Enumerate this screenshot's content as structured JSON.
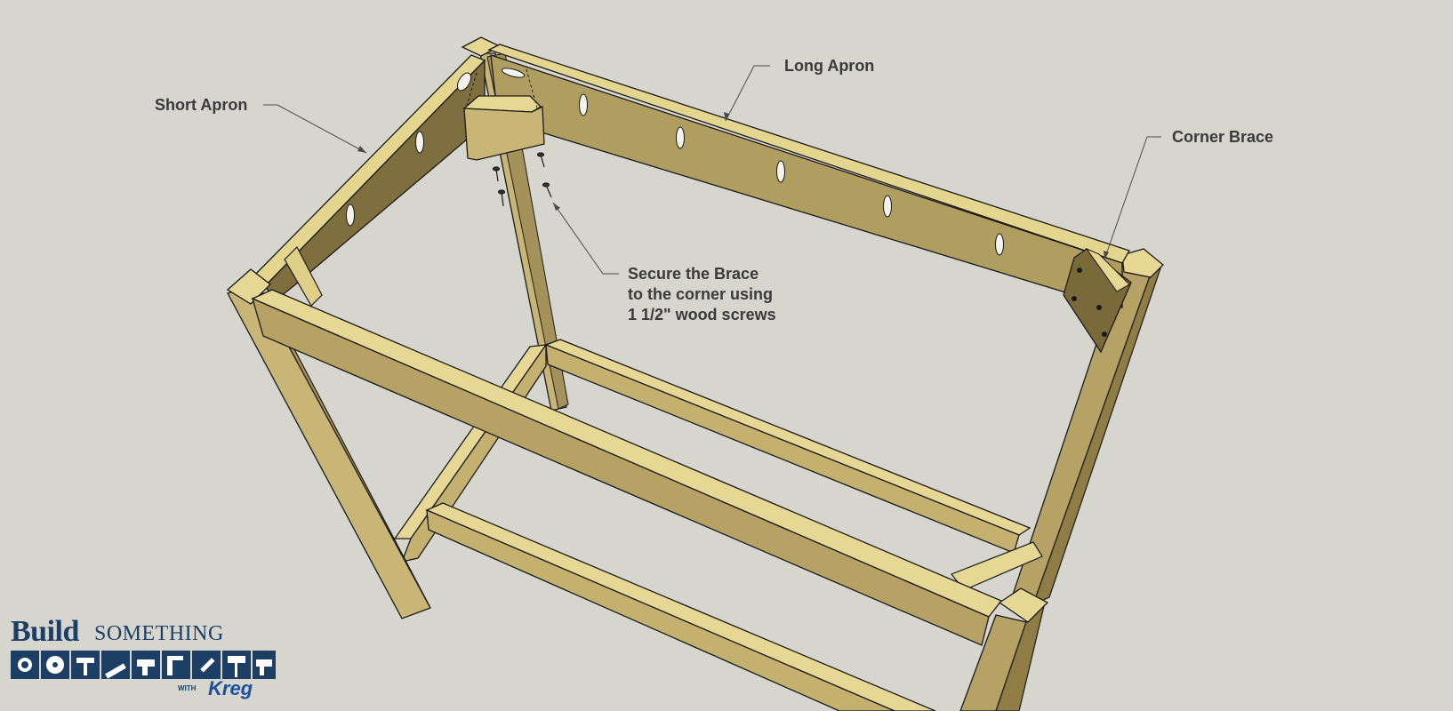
{
  "labels": {
    "short_apron": "Short Apron",
    "long_apron": "Long Apron",
    "corner_brace": "Corner Brace",
    "secure_line1": "Secure the Brace",
    "secure_line2": "to the corner using",
    "secure_line3": "1 1/2\" wood screws"
  },
  "logo": {
    "build": "Build",
    "something": "SOMETHING",
    "with": "WITH",
    "brand": "Kreg",
    "icons": [
      "drill-press-icon",
      "saw-blade-icon",
      "hammer-icon",
      "level-icon",
      "drill-icon",
      "clamp-icon",
      "paint-brush-icon",
      "paint-roller-icon",
      "screw-gun-icon"
    ]
  },
  "colors": {
    "background": "#d6d6cf",
    "wood_top": "#e6d795",
    "wood_front": "#c7b574",
    "wood_dark": "#8b7a44",
    "label_text": "#3a3a3a",
    "logo_blue": "#1d3f66"
  }
}
